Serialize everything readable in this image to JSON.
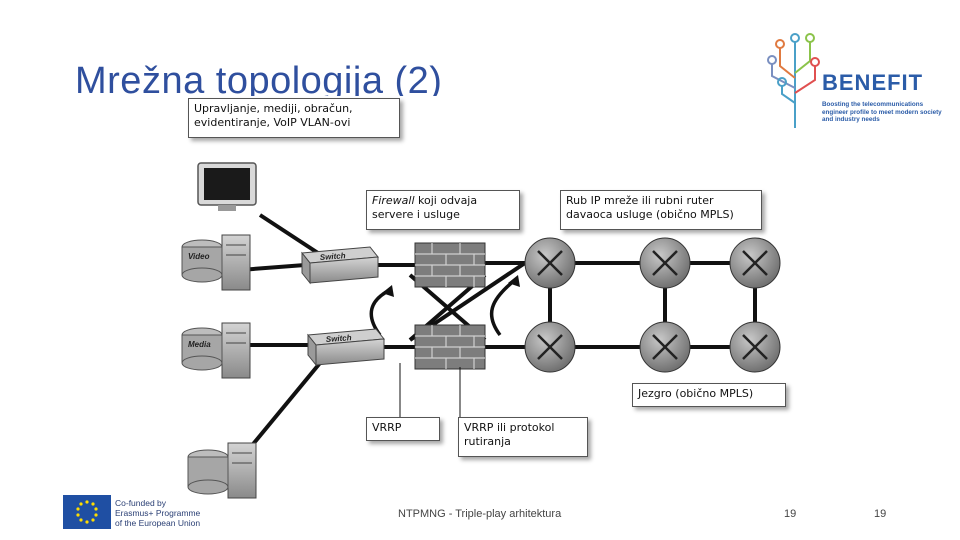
{
  "slide": {
    "title": "Mrežna topologija (2)",
    "footer_center": "NTPMNG - Triple-play arhitektura",
    "page_left": "19",
    "page_right": "19"
  },
  "logo": {
    "name": "BENEFIT",
    "tagline": "Boosting the telecommunications engineer profile to meet modern society and industry needs"
  },
  "eu_badge": {
    "line1": "Co-funded by",
    "line2": "Erasmus+ Programme",
    "line3": "of the European Union"
  },
  "diagram": {
    "callout_management_line1": "Upravljanje, mediji, obračun,",
    "callout_management_line2": "evidentiranje, VoIP VLAN-ovi",
    "callout_firewall_italic": "Firewall",
    "callout_firewall_rest1": " koji odvaja",
    "callout_firewall_rest2": "servere i usluge",
    "callout_edge_line1": "Rub IP mreže ili rubni ruter",
    "callout_edge_line2": "davaoca usluge (obično MPLS)",
    "callout_core": "Jezgro (obično MPLS)",
    "callout_vrrp": "VRRP",
    "callout_vrrp_routing_line1": "VRRP ili protokol",
    "callout_vrrp_routing_line2": "rutiranja",
    "switch_label_1": "Switch",
    "switch_label_2": "Switch",
    "server_label_video": "Video",
    "server_label_media": "Media"
  }
}
